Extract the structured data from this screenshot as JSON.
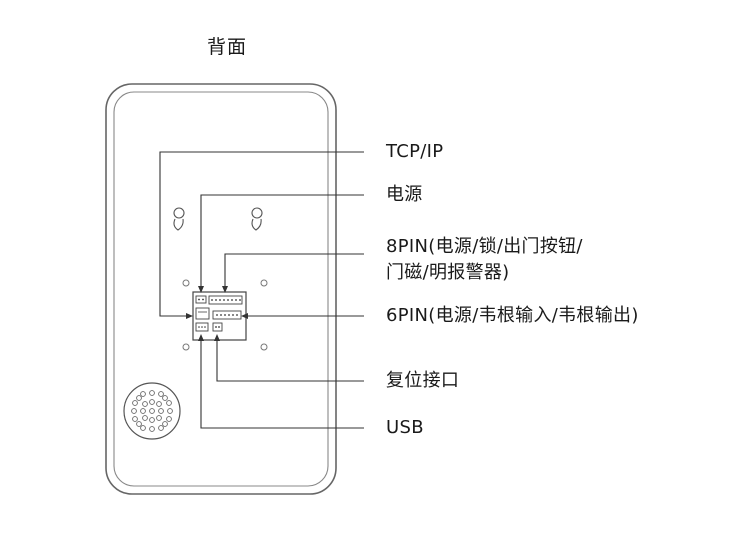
{
  "title": "背面",
  "labels": {
    "tcp_ip": "TCP/IP",
    "power": "电源",
    "pin8_line1": "8PIN(电源/锁/出门按钮/",
    "pin8_line2": "门磁/明报警器)",
    "pin6": "6PIN(电源/韦根输入/韦根输出)",
    "reset": "复位接口",
    "usb": "USB"
  },
  "colors": {
    "outline": "#555555",
    "leader": "#333333",
    "text": "#1a1a1a"
  }
}
